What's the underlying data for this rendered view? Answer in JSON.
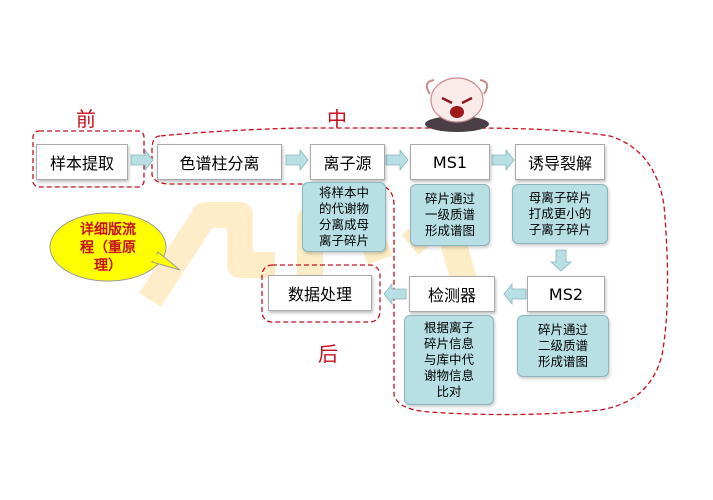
{
  "labels": {
    "before": "前",
    "middle": "中",
    "after": "后"
  },
  "steps": {
    "sample_extract": "样本提取",
    "chromatography": "色谱柱分离",
    "ion_source": "离子源",
    "ms1": "MS1",
    "induced_fragmentation": "诱导裂解",
    "ms2": "MS2",
    "detector": "检测器",
    "data_processing": "数据处理"
  },
  "notes": {
    "ion_source": "将样本中\n的代谢物\n分离成母\n离子碎片",
    "ms1": "碎片通过\n一级质谱\n形成谱图",
    "induced_fragmentation": "母离子碎片\n打成更小的\n子离子碎片",
    "ms2": "碎片通过\n二级质谱\n形成谱图",
    "detector": "根据离子\n碎片信息\n与库中代\n谢物信息\n比对"
  },
  "callout": "详细版流\n程（重原\n理）",
  "colors": {
    "step_border": "#a9a9a9",
    "note_fill": "#b7dfe4",
    "arrow_fill": "#b7dfe4",
    "dash_red": "#c8101e",
    "callout_fill": "#ffff00",
    "callout_text": "#c8101e",
    "watermark": "#fde7b5"
  },
  "icons": [
    "mascot-icon"
  ]
}
